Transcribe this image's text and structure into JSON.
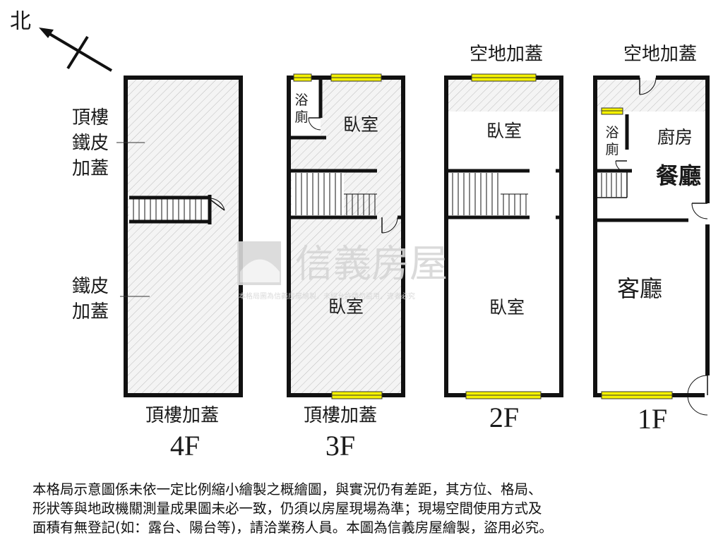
{
  "compass": {
    "label": "北"
  },
  "floors": {
    "f4": {
      "label": "4F",
      "caption": "頂樓加蓋",
      "rooms": {
        "upper": [
          "頂樓",
          "鐵皮",
          "加蓋"
        ],
        "lower": [
          "鐵皮",
          "加蓋"
        ]
      }
    },
    "f3": {
      "label": "3F",
      "caption": "頂樓加蓋",
      "rooms": {
        "bath": [
          "浴",
          "廁"
        ],
        "bedroom_top": "臥室",
        "bedroom_bottom": "臥室"
      }
    },
    "f2": {
      "label": "2F",
      "rooms": {
        "extension": "空地加蓋",
        "bedroom_top": "臥室",
        "bedroom_bottom": "臥室"
      }
    },
    "f1": {
      "label": "1F",
      "rooms": {
        "extension": "空地加蓋",
        "bath": [
          "浴",
          "廁"
        ],
        "kitchen": "廚房",
        "dining": "餐廳",
        "living": "客廳"
      }
    }
  },
  "watermark": {
    "brand": "信義房屋",
    "subtext": "本格局圖為信義房屋繪製，未經允許請勿盜用，違者必究"
  },
  "disclaimer": [
    "本格局示意圖係未依一定比例縮小繪製之概繪圖，與實況仍有差距，其方位、格局、",
    "形狀等與地政機關測量成果圖未必一致，仍須以房屋現場為準；現場空間使用方式及",
    "面積有無登記(如：露台、陽台等)，請洽業務人員。本圖為信義房屋繪製，盜用必究。"
  ]
}
